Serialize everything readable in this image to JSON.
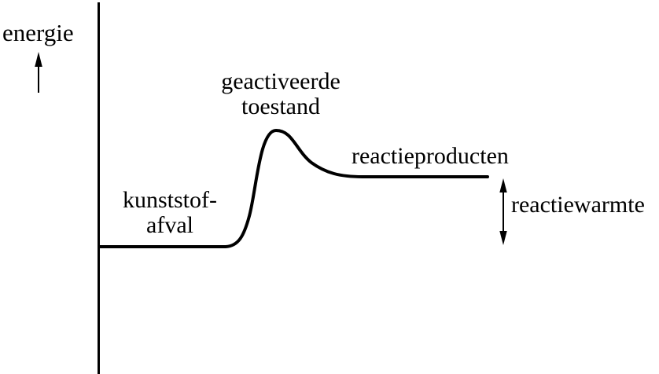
{
  "colors": {
    "line": "#000000",
    "text": "#000000",
    "background": "#ffffff"
  },
  "labels": {
    "axis": "energie",
    "reactants": "kunststof-\nafval",
    "activated_state": "geactiveerde\ntoestand",
    "products": "reactieproducten",
    "reaction_heat": "reactiewarmte"
  },
  "icons": {
    "axis_arrow": "up-arrow",
    "reaction_heat_arrow": "double-headed-vertical-arrow"
  },
  "energy_profile": {
    "kind": "activation-energy-curve",
    "stages": [
      {
        "label": "kunststof-afval",
        "position": "start plateau",
        "relative_level": 0
      },
      {
        "label": "geactiveerde toestand",
        "position": "peak",
        "relative_level": 1.0
      },
      {
        "label": "reactieproducten",
        "position": "end plateau",
        "relative_level": 0.6
      }
    ],
    "reaction_heat_arrow_spans": "vertical gap between reactieproducten level and kunststof-afval level"
  }
}
